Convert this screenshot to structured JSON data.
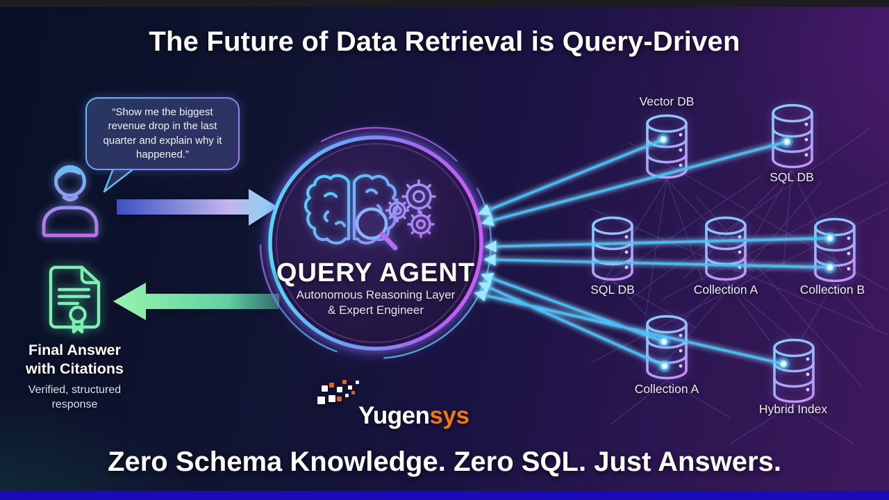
{
  "header": {
    "title": "The Future of Data Retrieval is Query-Driven"
  },
  "user_flow": {
    "speech_bubble": "“Show me the biggest revenue drop in the last quarter and explain why it happened.”",
    "icon": "person-icon"
  },
  "agent": {
    "name": "QUERY AGENT",
    "subtitle_line1": "Autonomous Reasoning Layer",
    "subtitle_line2": "& Expert Engineer",
    "icons": [
      "brain-icon",
      "magnifier-icon",
      "gears-icon"
    ]
  },
  "data_sources": {
    "icon": "database-cylinder-icon",
    "vector_db": "Vector DB",
    "sql_db_top": "SQL DB",
    "sql_db_mid": "SQL DB",
    "collection_a_mid": "Collection A",
    "collection_b": "Collection B",
    "collection_a_bottom": "Collection A",
    "hybrid_index": "Hybrid Index"
  },
  "final_answer": {
    "icon": "certified-document-icon",
    "heading_line1": "Final Answer",
    "heading_line2": "with Citations",
    "subtext_line1": "Verified, structured",
    "subtext_line2": "response"
  },
  "logo": {
    "icon": "yugensys-globe-icon",
    "part1": "Yugen",
    "part2": "sys"
  },
  "footer": {
    "tagline": "Zero Schema Knowledge. Zero SQL. Just Answers."
  },
  "colors": {
    "accent_cyan": "#4fc9f5",
    "accent_purple": "#b36af2",
    "accent_green": "#7df0ae",
    "beam_blue": "#3cc2fb",
    "logo_orange": "#ea6119",
    "footer_bar": "#1a0ab8",
    "top_bar": "#1d1d1f"
  }
}
